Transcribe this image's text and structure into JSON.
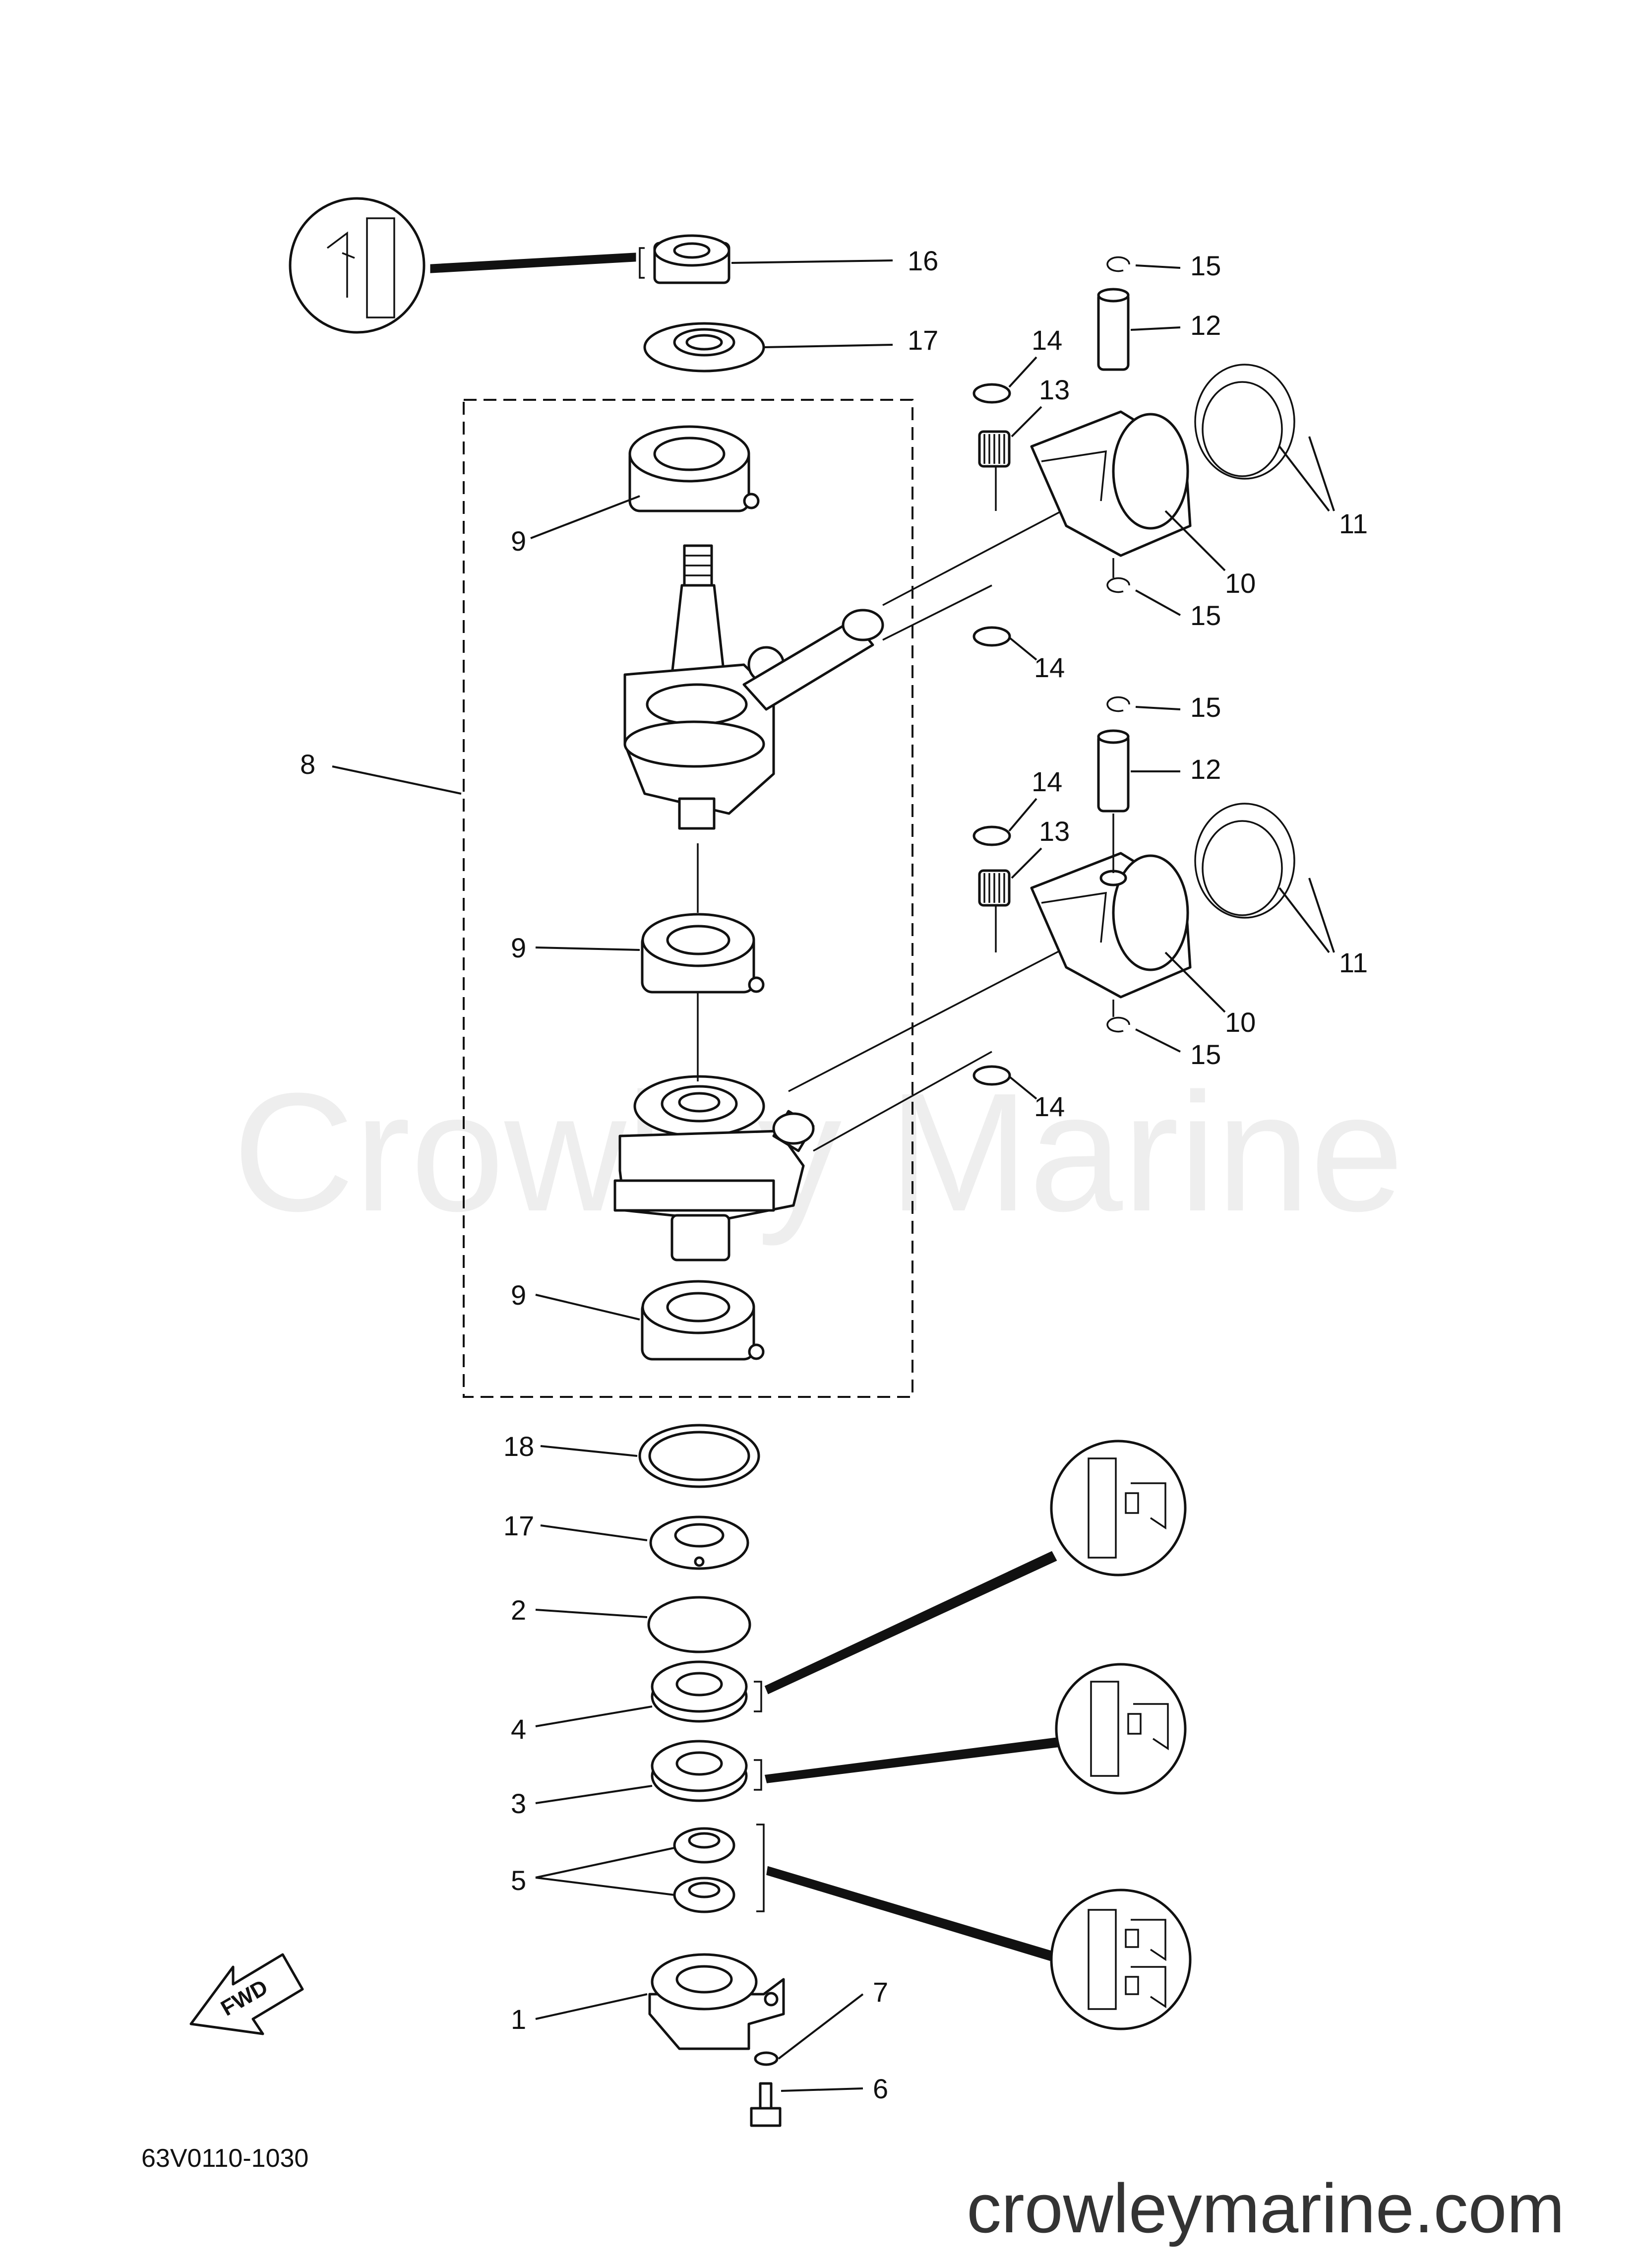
{
  "diagram": {
    "drawing_code": "63V0110-1030",
    "forward_arrow_label": "FWD",
    "watermark_text": "Crowley Marine",
    "website_text": "crowleymarine.com",
    "callouts": [
      {
        "id": "c16",
        "number": "16"
      },
      {
        "id": "c17a",
        "number": "17"
      },
      {
        "id": "c15a",
        "number": "15"
      },
      {
        "id": "c12a",
        "number": "12"
      },
      {
        "id": "c14a",
        "number": "14"
      },
      {
        "id": "c13a",
        "number": "13"
      },
      {
        "id": "c11a",
        "number": "11"
      },
      {
        "id": "c10a",
        "number": "10"
      },
      {
        "id": "c15b",
        "number": "15"
      },
      {
        "id": "c14b",
        "number": "14"
      },
      {
        "id": "c9a",
        "number": "9"
      },
      {
        "id": "c8",
        "number": "8"
      },
      {
        "id": "c15c",
        "number": "15"
      },
      {
        "id": "c12b",
        "number": "12"
      },
      {
        "id": "c14c",
        "number": "14"
      },
      {
        "id": "c13b",
        "number": "13"
      },
      {
        "id": "c11b",
        "number": "11"
      },
      {
        "id": "c10b",
        "number": "10"
      },
      {
        "id": "c15d",
        "number": "15"
      },
      {
        "id": "c14d",
        "number": "14"
      },
      {
        "id": "c9b",
        "number": "9"
      },
      {
        "id": "c9c",
        "number": "9"
      },
      {
        "id": "c18",
        "number": "18"
      },
      {
        "id": "c17b",
        "number": "17"
      },
      {
        "id": "c2",
        "number": "2"
      },
      {
        "id": "c4",
        "number": "4"
      },
      {
        "id": "c3",
        "number": "3"
      },
      {
        "id": "c5",
        "number": "5"
      },
      {
        "id": "c1",
        "number": "1"
      },
      {
        "id": "c7",
        "number": "7"
      },
      {
        "id": "c6",
        "number": "6"
      }
    ]
  }
}
